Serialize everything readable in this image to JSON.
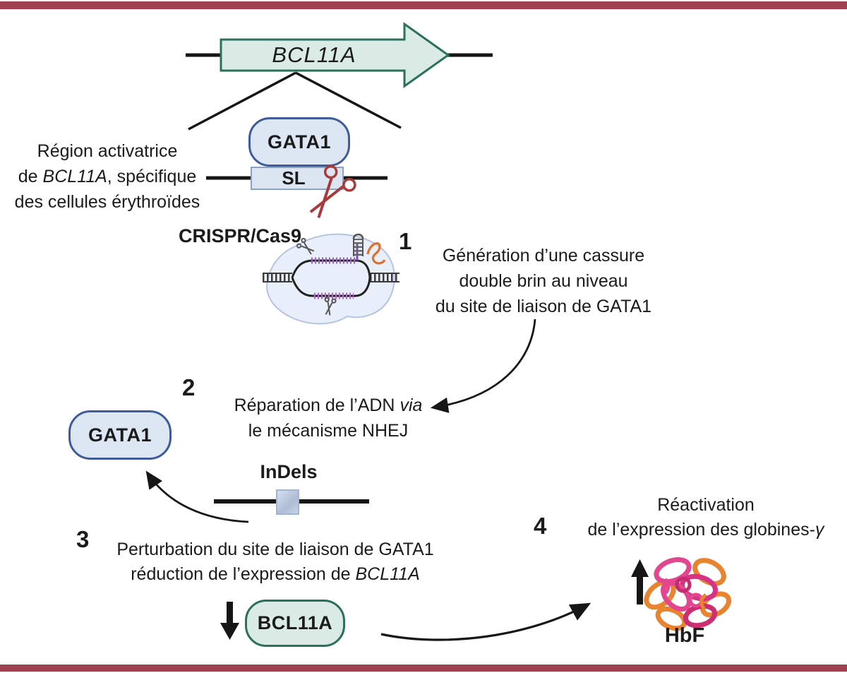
{
  "colors": {
    "frame_maroon": "#a0414f",
    "teal_fill": "#d9ebe4",
    "teal_border": "#2b6f5d",
    "blue_fill": "#dde6f3",
    "blue_border": "#3e5c99",
    "scissors_red": "#a83a3c",
    "cas9_blob": "#e9effa",
    "rna_purple": "#9a63c4",
    "rna_orange": "#e2702a",
    "hbf_pink": "#e2468e",
    "hbf_orange": "#e8832f"
  },
  "gene_arrow": {
    "label": "BCL11A"
  },
  "enhancer_caption": {
    "line1": "Région activatrice",
    "line2_pre": "de ",
    "line2_gene": "BCL11A",
    "line2_post": ", spécifique",
    "line3": "des cellules érythroïdes"
  },
  "binding_site": {
    "protein": "GATA1",
    "site_label": "SL"
  },
  "crispr_label": "CRISPR/Cas9",
  "step1": {
    "number": "1",
    "line1": "Génération d’une cassure",
    "line2": "double brin au niveau",
    "line3": "du site de liaison de GATA1"
  },
  "step2": {
    "number": "2",
    "line1_pre": "Réparation de l’ADN ",
    "line1_via": "via",
    "line2": "le mécanisme NHEJ"
  },
  "displaced_protein": {
    "label": "GATA1"
  },
  "indels": {
    "label": "InDels"
  },
  "step3": {
    "number": "3",
    "line1": "Perturbation du site de liaison de GATA1",
    "line2_pre": "réduction de l’expression de ",
    "line2_gene": "BCL11A"
  },
  "bcl11a_reduced": {
    "label": "BCL11A"
  },
  "step4": {
    "number": "4",
    "line1": "Réactivation",
    "line2_pre": "de l’expression des globines-",
    "line2_gamma": "γ"
  },
  "hbf": {
    "label": "HbF"
  }
}
